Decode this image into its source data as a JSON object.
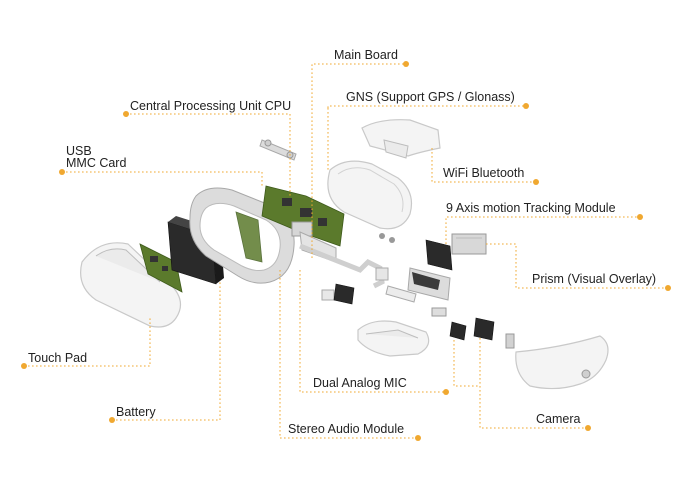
{
  "labels": {
    "main_board": "Main Board",
    "cpu": "Central Processing Unit CPU",
    "gns": "GNS (Support GPS / Glonass)",
    "usb": "USB",
    "mmc": "MMC Card",
    "wifi": "WiFi Bluetooth",
    "motion": "9 Axis motion Tracking Module",
    "prism": "Prism (Visual Overlay)",
    "touch_pad": "Touch Pad",
    "mic": "Dual Analog MIC",
    "battery": "Battery",
    "camera": "Camera",
    "audio": "Stereo Audio Module"
  },
  "colors": {
    "leader": "#f0a830",
    "text": "#222222",
    "pcb": "#5b7a2c"
  }
}
